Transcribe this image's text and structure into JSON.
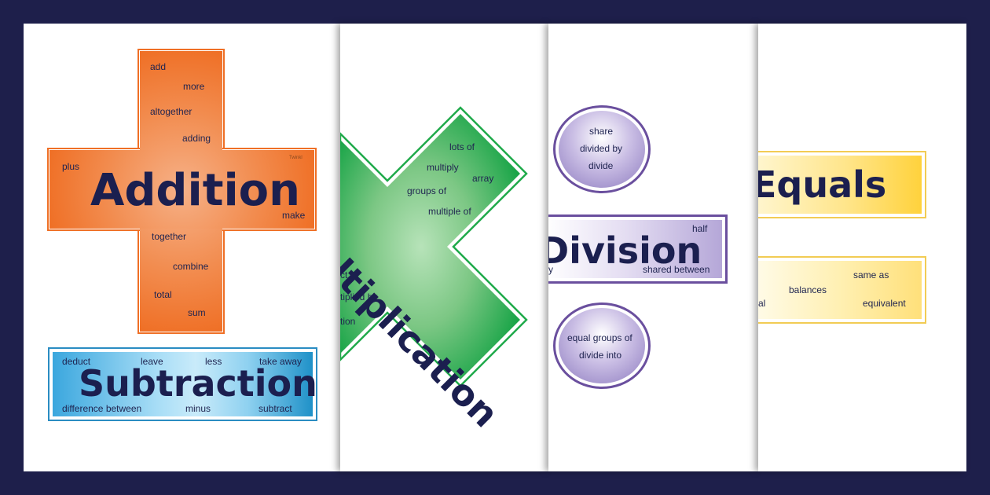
{
  "addition": {
    "title": "Addition",
    "watermark": "Twinkl",
    "words": [
      "add",
      "more",
      "altogether",
      "adding",
      "plus",
      "make",
      "together",
      "combine",
      "total",
      "sum"
    ]
  },
  "subtraction": {
    "title": "Subtraction",
    "words": [
      "deduct",
      "leave",
      "less",
      "take away",
      "difference between",
      "minus",
      "subtract"
    ]
  },
  "multiplication": {
    "title": "ultiplication",
    "words": [
      "lots of",
      "multiply",
      "array",
      "groups of",
      "multiple of",
      "ct",
      "tiplied by",
      "tion"
    ]
  },
  "division": {
    "title": "Division",
    "bar_words": [
      "half",
      "shared between",
      "y"
    ],
    "circle_top": [
      "share",
      "divided by",
      "divide"
    ],
    "circle_bottom": [
      "equal groups of",
      "divide into"
    ]
  },
  "equals": {
    "title": "Equals",
    "words": [
      "same as",
      "balances",
      "equivalent",
      "al"
    ]
  },
  "colors": {
    "background": "#1e1f4b",
    "addition": "#ef6f25",
    "subtraction": "#2a8cc2",
    "multiplication": "#1faa4a",
    "division": "#6a4f9e",
    "equals": "#f2cc54",
    "title": "#1b1f4f"
  }
}
